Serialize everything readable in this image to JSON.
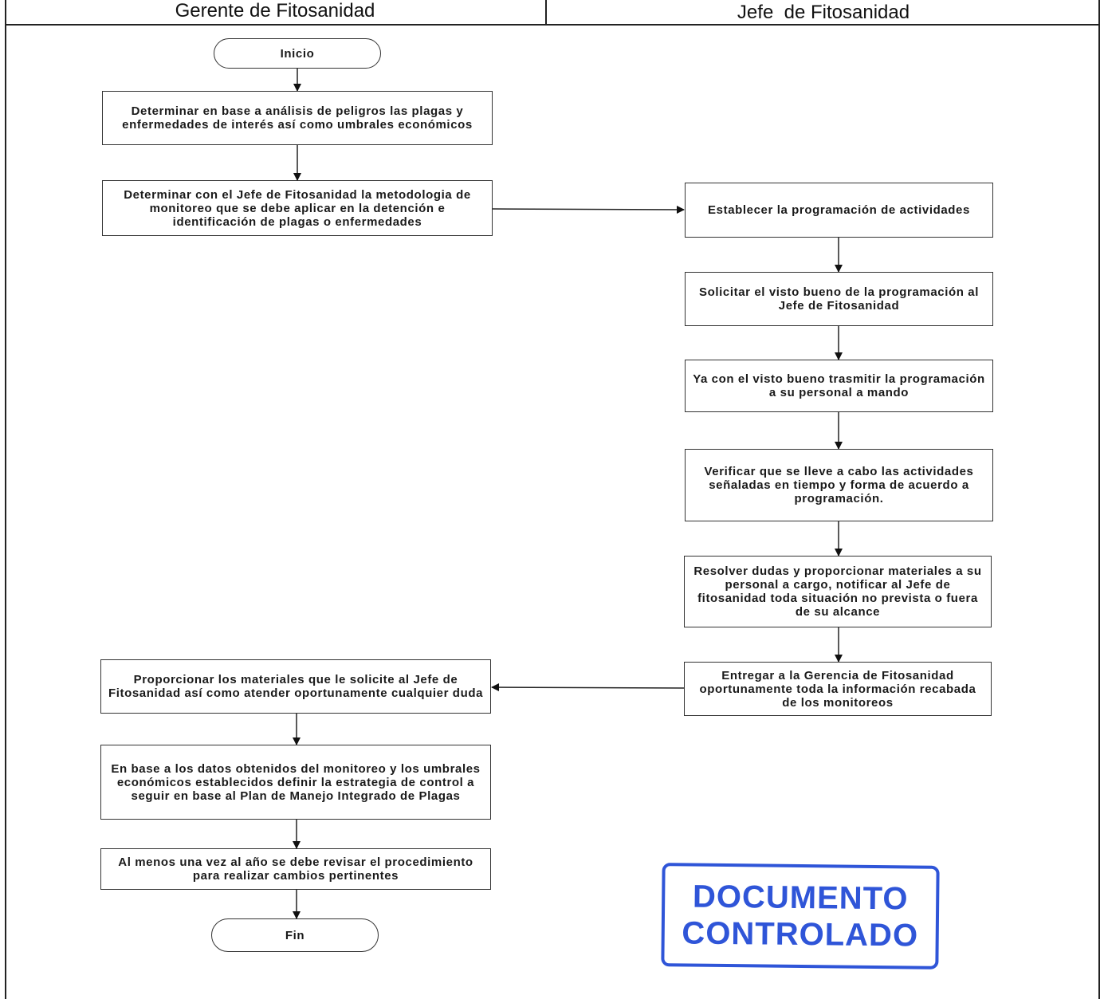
{
  "lanes": {
    "left": "Gerente de Fitosanidad",
    "right": "Jefe  de Fitosanidad"
  },
  "steps": {
    "inicio": "Inicio",
    "g1": "Determinar en base a análisis de peligros las plagas y enfermedades de interés así como umbrales económicos",
    "g2": "Determinar con el Jefe de Fitosanidad la metodologia de monitoreo que se debe aplicar en la detención e identificación de plagas o enfermedades",
    "j1": "Establecer la programación de actividades",
    "j2": "Solicitar el visto bueno de la programación al Jefe de Fitosanidad",
    "j3": "Ya con el visto bueno trasmitir la programación a su personal a mando",
    "j4": "Verificar que se lleve a cabo las actividades señaladas en tiempo y forma de acuerdo a programación.",
    "j5": "Resolver dudas y proporcionar materiales a su personal a cargo, notificar al Jefe de fitosanidad toda situación no prevista o fuera de su alcance",
    "j6": "Entregar a la Gerencia de Fitosanidad oportunamente toda la información recabada de los monitoreos",
    "g3": "Proporcionar los materiales que le solicite al Jefe de Fitosanidad  así como atender oportunamente cualquier duda",
    "g4": "En base a los datos obtenidos del monitoreo y los umbrales económicos establecidos definir la estrategia de control a seguir en base al Plan de Manejo Integrado de Plagas",
    "g5": "Al menos una vez al año se debe revisar el procedimiento para realizar cambios pertinentes",
    "fin": "Fin"
  },
  "stamp": {
    "line1": "DOCUMENTO",
    "line2": "CONTROLADO",
    "color": "#2f55d8"
  }
}
